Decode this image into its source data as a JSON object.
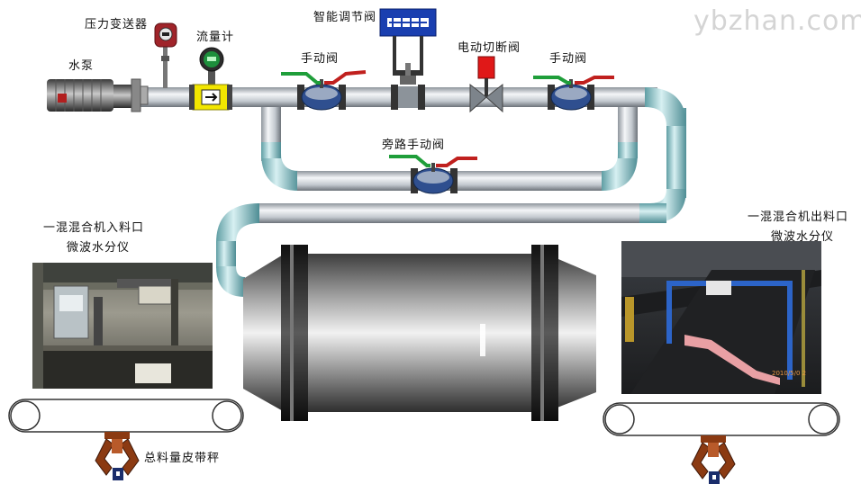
{
  "watermark": "ybzhan.com",
  "labels": {
    "pump": "水泵",
    "pressure_transmitter": "压力变送器",
    "flowmeter": "流量计",
    "smart_valve": "智能调节阀",
    "manual_valve_1": "手动阀",
    "electric_valve": "电动切断阀",
    "manual_valve_2": "手动阀",
    "bypass_valve": "旁路手动阀",
    "inlet_line1": "一混混合机入料口",
    "inlet_line2": "微波水分仪",
    "outlet_line1": "一混混合机出料口",
    "outlet_line2": "微波水分仪",
    "belt_scale": "总料量皮带秤"
  },
  "photo_text": {
    "timestamp": "2010/5/0 2"
  },
  "colors": {
    "pipe": "#c9cfd6",
    "pipe_teal": "#8fc7cc",
    "valve_body": "#2f4f8f",
    "handle_green": "#1f9e3a",
    "handle_red": "#c0201e",
    "flowmeter_yellow": "#f2e600",
    "actuator_blue": "#1a3fb0",
    "electric_red": "#e01818",
    "scale_brown": "#8b3a12"
  },
  "icons": [
    "pump-icon",
    "pressure-gauge-icon",
    "flowmeter-icon",
    "valve-icon",
    "actuator-icon",
    "solenoid-icon",
    "belt-scale-icon",
    "drum-icon"
  ]
}
